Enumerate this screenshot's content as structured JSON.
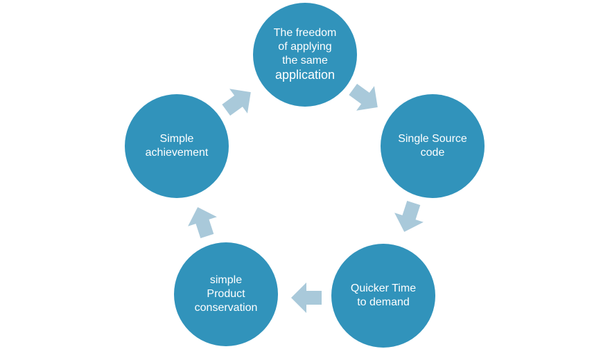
{
  "nodes": {
    "top": "The freedom\nof applying\nthe same",
    "top_emphasis": "application",
    "right": "Single Source\ncode",
    "bottom_right": "Quicker Time\nto demand",
    "bottom_left": "simple\nProduct\nconservation",
    "left": "Simple\nachievement"
  },
  "colors": {
    "circle_fill": "#3193bb",
    "arrow_fill": "#a9c9da",
    "text": "#ffffff"
  },
  "icons": {
    "arrow": "chevron-arrow-icon"
  }
}
